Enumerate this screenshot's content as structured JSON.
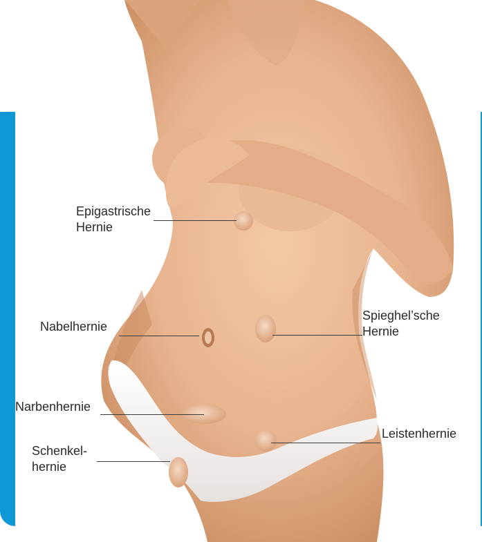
{
  "labels": {
    "epigastric": "Epigastrische\nHernie",
    "umbilical": "Nabelhernie",
    "spigelian": "Spieghel’sche\nHernie",
    "incisional": "Narbenhernie",
    "inguinal": "Leistenhernie",
    "femoral": "Schenkel-\nhernie"
  },
  "colors": {
    "accent": "#0f98d6",
    "skin": "#e7b48f",
    "skin_shadow": "#c98a5e",
    "underwear": "#f4f1f0"
  }
}
